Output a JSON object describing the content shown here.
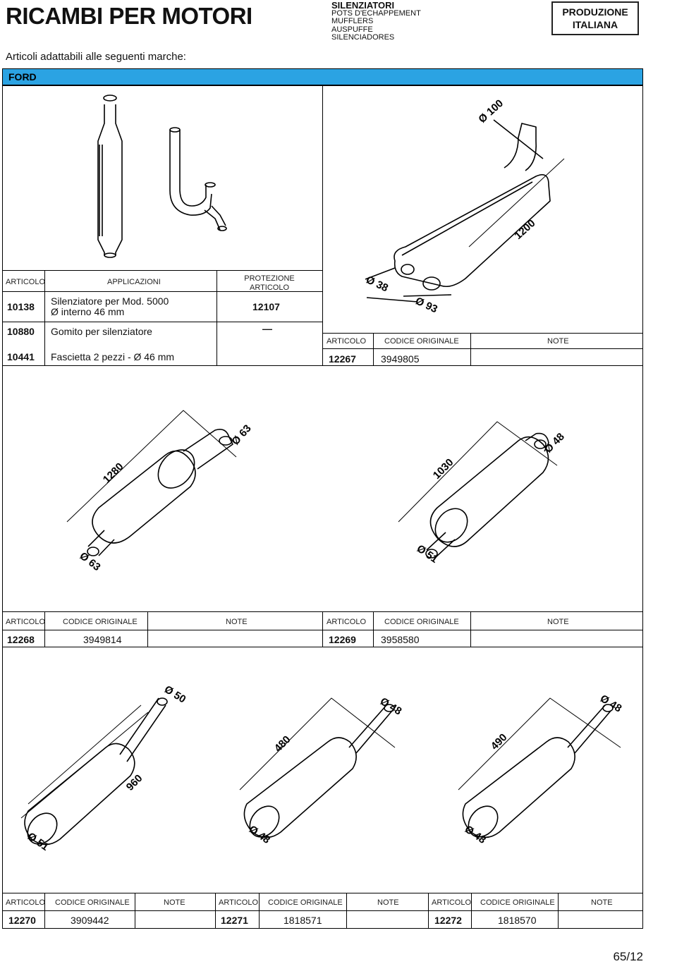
{
  "header": {
    "title": "RICAMBI PER MOTORI",
    "category": [
      "SILENZIATORI",
      "POTS D'ECHAPPEMENT",
      "MUFFLERS",
      "AUSPUFFE",
      "SILENCIADORES"
    ],
    "badge": [
      "PRODUZIONE",
      "ITALIANA"
    ]
  },
  "subtitle": "Articoli adattabili alle seguenti marche:",
  "brand": "FORD",
  "accessory_table": {
    "headers": [
      "ARTICOLO",
      "APPLICAZIONI",
      "PROTEZIONE ARTICOLO"
    ],
    "rows": [
      {
        "code": "10138",
        "application": [
          "Silenziatore per Mod. 5000",
          "Ø interno 46 mm"
        ],
        "protection": "12107"
      },
      {
        "code": "10880",
        "application": [
          "Gomito per silenziatore"
        ],
        "protection": "—"
      },
      {
        "code": "10441",
        "application": [
          "Fascietta 2 pezzi - Ø 46 mm"
        ],
        "protection": ""
      }
    ]
  },
  "col_headers": {
    "article": "ARTICOLO",
    "original": "CODICE ORIGINALE",
    "note": "NOTE"
  },
  "products": [
    {
      "code": "12267",
      "original": "3949805",
      "dims": [
        "Ø 100",
        "1200",
        "Ø 38",
        "Ø 93"
      ]
    },
    {
      "code": "12268",
      "original": "3949814",
      "dims": [
        "1280",
        "Ø 63",
        "Ø 63"
      ]
    },
    {
      "code": "12269",
      "original": "3958580",
      "dims": [
        "1030",
        "Ø 48",
        "Ø 51"
      ]
    },
    {
      "code": "12270",
      "original": "3909442",
      "dims": [
        "Ø 50",
        "960",
        "Ø 51"
      ]
    },
    {
      "code": "12271",
      "original": "1818571",
      "dims": [
        "Ø 48",
        "480",
        "Ø 48"
      ]
    },
    {
      "code": "12272",
      "original": "1818570",
      "dims": [
        "Ø 48",
        "490",
        "Ø 48"
      ]
    }
  ],
  "page_number": "65/12"
}
